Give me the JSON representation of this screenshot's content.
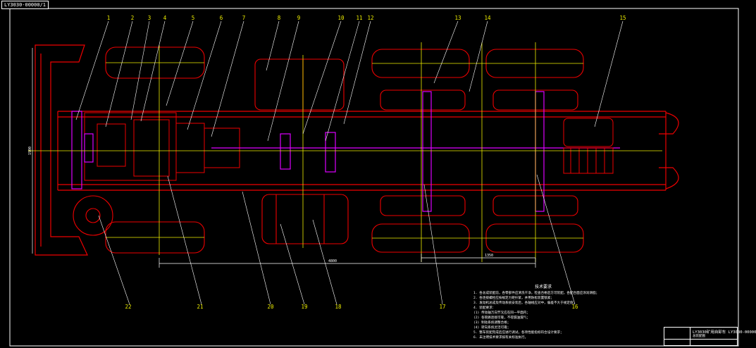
{
  "sheet_code": "LY3030-00000/1",
  "callouts_top": [
    "1",
    "2",
    "3",
    "4",
    "5",
    "6",
    "7",
    "8",
    "9",
    "10",
    "11",
    "12",
    "13",
    "14",
    "15"
  ],
  "callouts_bottom": [
    "22",
    "21",
    "20",
    "19",
    "18",
    "17",
    "16"
  ],
  "dim_main": "4800",
  "dim_rear": "1350",
  "dim_width": "1900",
  "notes": {
    "heading": "技术要求",
    "lines": [
      "1. 各总成装配前，各零部件应清洗干净，检查合格后方可装配，各配合面应涂润滑脂；",
      "2. 各连接螺栓应按规定力矩拧紧，并用防松装置锁紧；",
      "3. 发动机总成及传动系统安装后，各轴线应对中，偏差不大于规定值；",
      "4. 装配要求：",
      "  (1) 传动轴万向节叉应在同一平面内；",
      "  (2) 各管路连接可靠，不得漏油漏气；",
      "  (3) 制动系统调整合格；",
      "  (4) 转向系统灵活可靠；",
      "5. 整车装配完成后应进行调试，各项性能指标符合设计要求；",
      "6. 未注明技术要求按有关标准执行。"
    ]
  },
  "title_block": {
    "title": "LY3030矿用自卸车 LY3030-00000",
    "subtitle": "总装配图"
  }
}
